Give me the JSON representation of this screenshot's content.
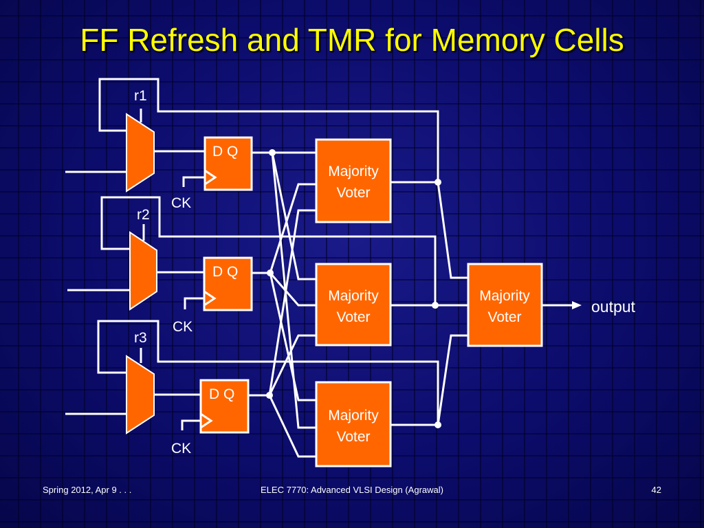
{
  "title": "FF Refresh and TMR for Memory Cells",
  "footer": {
    "left": "Spring 2012, Apr 9 . . .",
    "center": "ELEC 7770: Advanced VLSI Design (Agrawal)",
    "right": "42"
  },
  "diagram": {
    "mux_selects": [
      "r1",
      "r2",
      "r3"
    ],
    "flip_flop_label": "D Q",
    "clock_label": "CK",
    "voter_line1": "Majority",
    "voter_line2": "Voter",
    "output_label": "output"
  },
  "colors": {
    "background": "#0a0a66",
    "title": "#ffff00",
    "component_fill": "#ff6600",
    "wire": "#ffffff"
  }
}
